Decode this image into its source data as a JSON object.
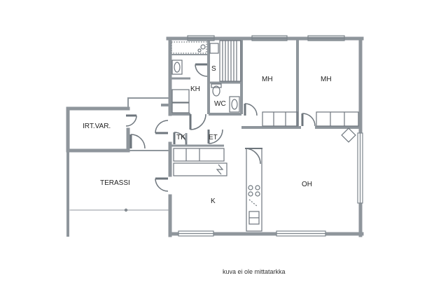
{
  "rooms": {
    "mh1": "MH",
    "mh2": "MH",
    "s": "S",
    "kh": "KH",
    "wc": "WC",
    "irt_var": "IRT.VAR.",
    "tk": "TK",
    "et": "ET",
    "terassi": "TERASSI",
    "oh": "OH",
    "k": "K"
  },
  "note": "kuva ei ole mittatarkka",
  "colors": {
    "wall": "#8f969c",
    "window": "#7d858c",
    "line": "#6e767d",
    "background": "#ffffff"
  }
}
